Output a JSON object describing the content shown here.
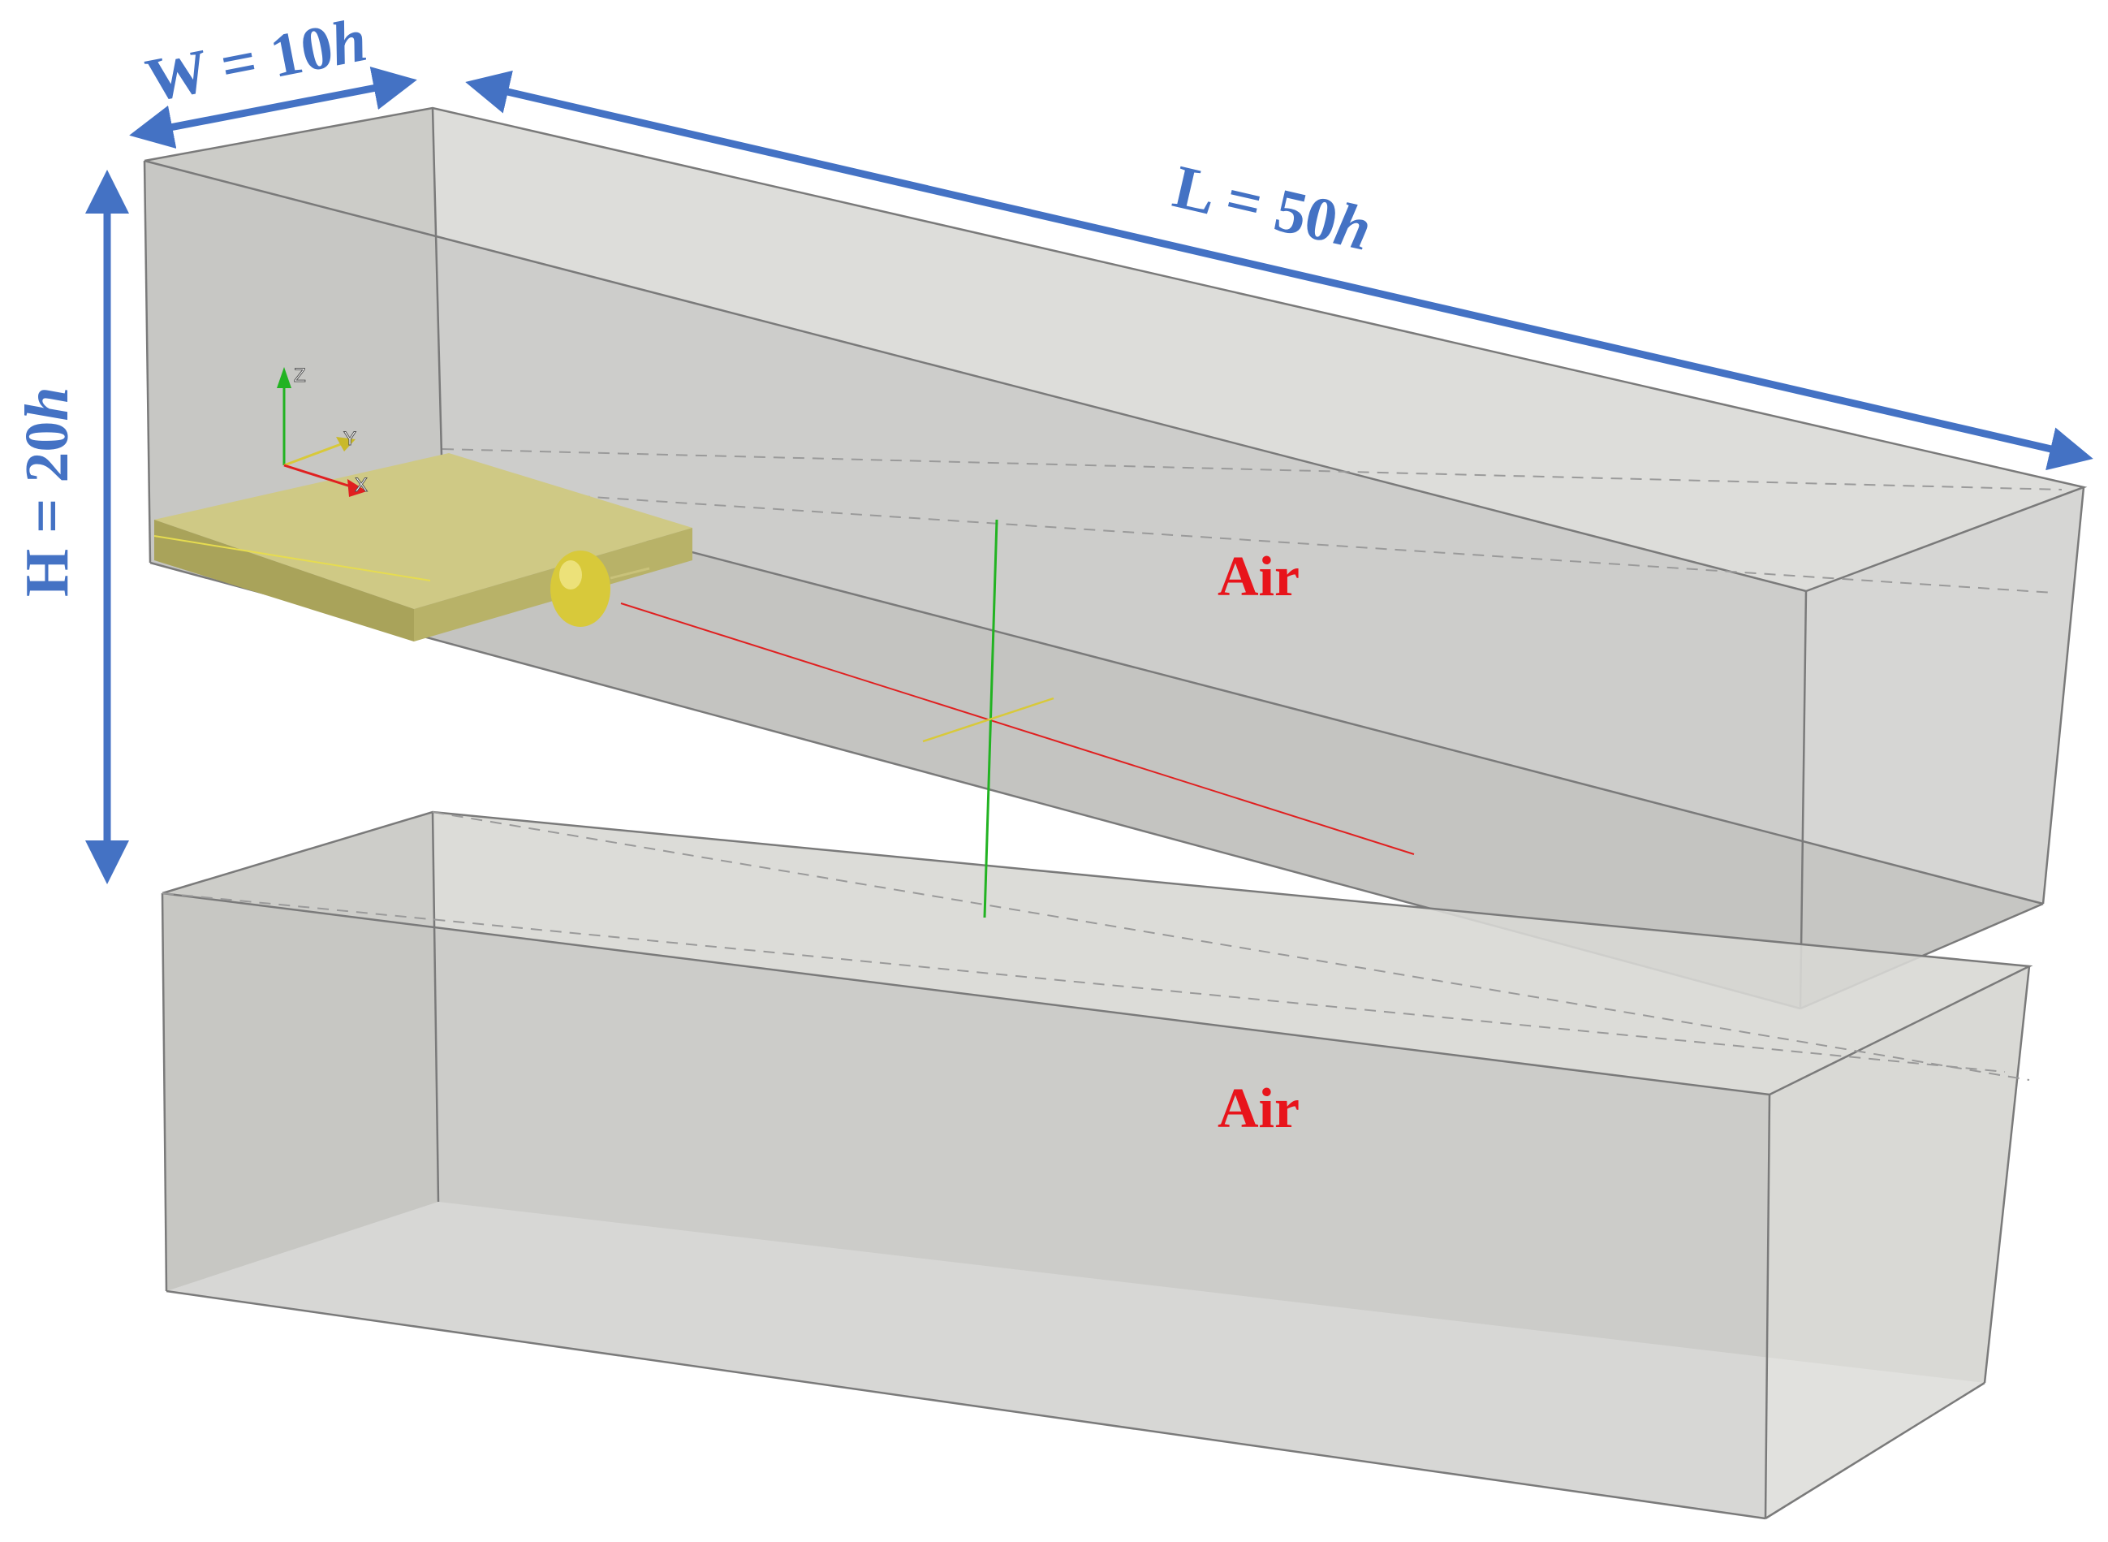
{
  "dimensions": {
    "width": {
      "prefix": "W = 10",
      "var": "h"
    },
    "length": {
      "prefix": "L = 50",
      "var": "h"
    },
    "height": {
      "prefix": "H = 20",
      "var": "h"
    }
  },
  "regions": {
    "upper": "Air",
    "lower": "Air"
  },
  "axes": {
    "z": "Z",
    "y": "Y",
    "x": "X"
  },
  "colors": {
    "dimension": "#4472C4",
    "region_label": "#E8141B",
    "box_fill": "#c9c9c5",
    "box_edge": "#7a7a7a",
    "slab": "#c9c27a",
    "drop": "#d8c93a",
    "axis_x": "#e02020",
    "axis_y": "#d8c93a",
    "axis_z": "#22b322"
  }
}
